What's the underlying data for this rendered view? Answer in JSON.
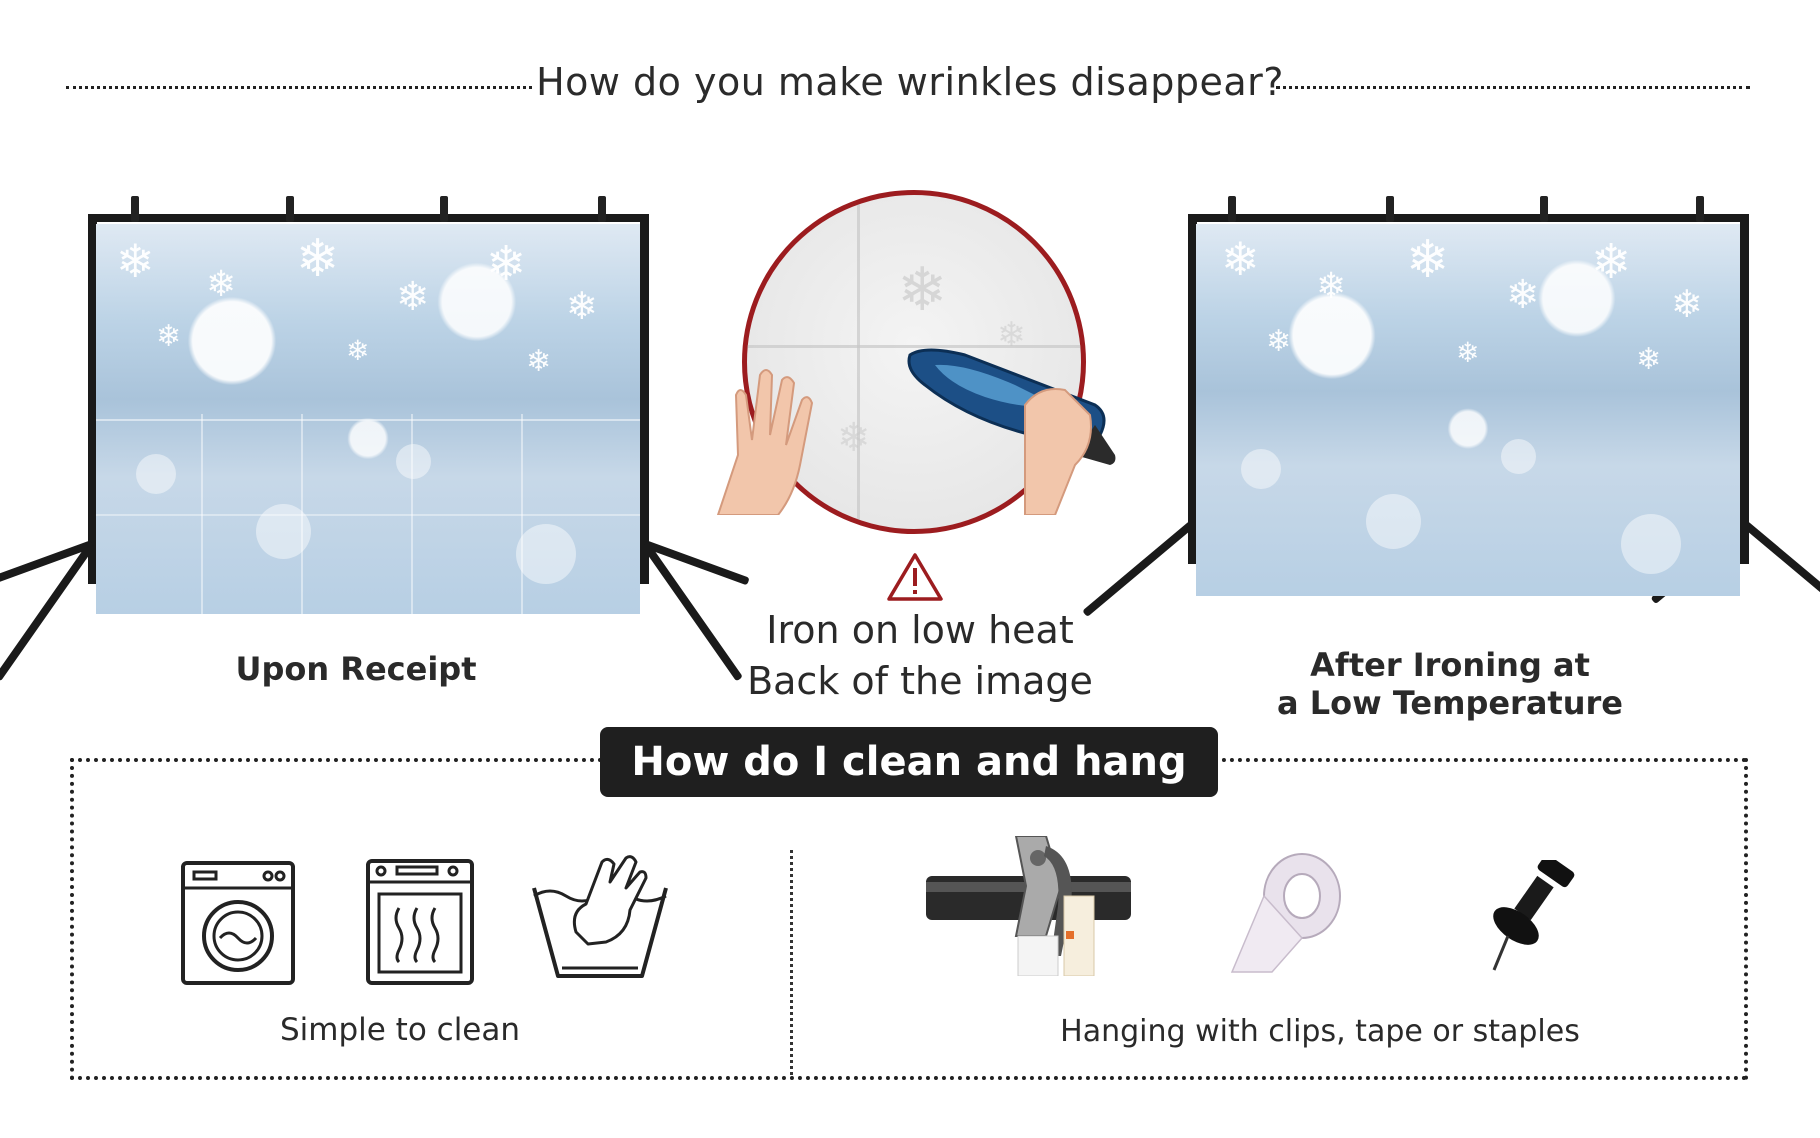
{
  "header": {
    "title": "How do you make wrinkles disappear?"
  },
  "panels": {
    "left_caption": "Upon Receipt",
    "right_caption_line1": "After Ironing at",
    "right_caption_line2": "a Low Temperature"
  },
  "iron": {
    "line1": "Iron on low heat",
    "line2": "Back of the image",
    "accent": "#9c1c1f"
  },
  "clean": {
    "title": "How do I clean and hang it?",
    "left_label": "Simple to clean",
    "right_label": "Hanging with clips, tape or staples",
    "icons_left": [
      "washing-machine-icon",
      "dryer-icon",
      "hand-wash-icon"
    ],
    "icons_right": [
      "clip-icon",
      "tape-icon",
      "pushpin-icon"
    ]
  }
}
